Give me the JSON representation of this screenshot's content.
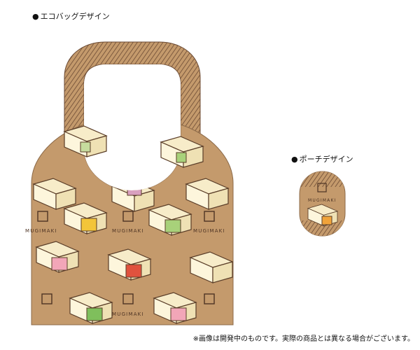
{
  "bag": {
    "label_bullet": "●",
    "label": "エコバッグデザイン",
    "brand_text": "MUGIMAKI",
    "colors": {
      "kraft": "#c49a6c",
      "stripe": "#6b4a33",
      "mark": "#4e3424"
    }
  },
  "pouch": {
    "label_bullet": "●",
    "label": "ポーチデザイン"
  },
  "footer": {
    "note": "※画像は開発中のものです。実際の商品とは異なる場合がございます。"
  }
}
